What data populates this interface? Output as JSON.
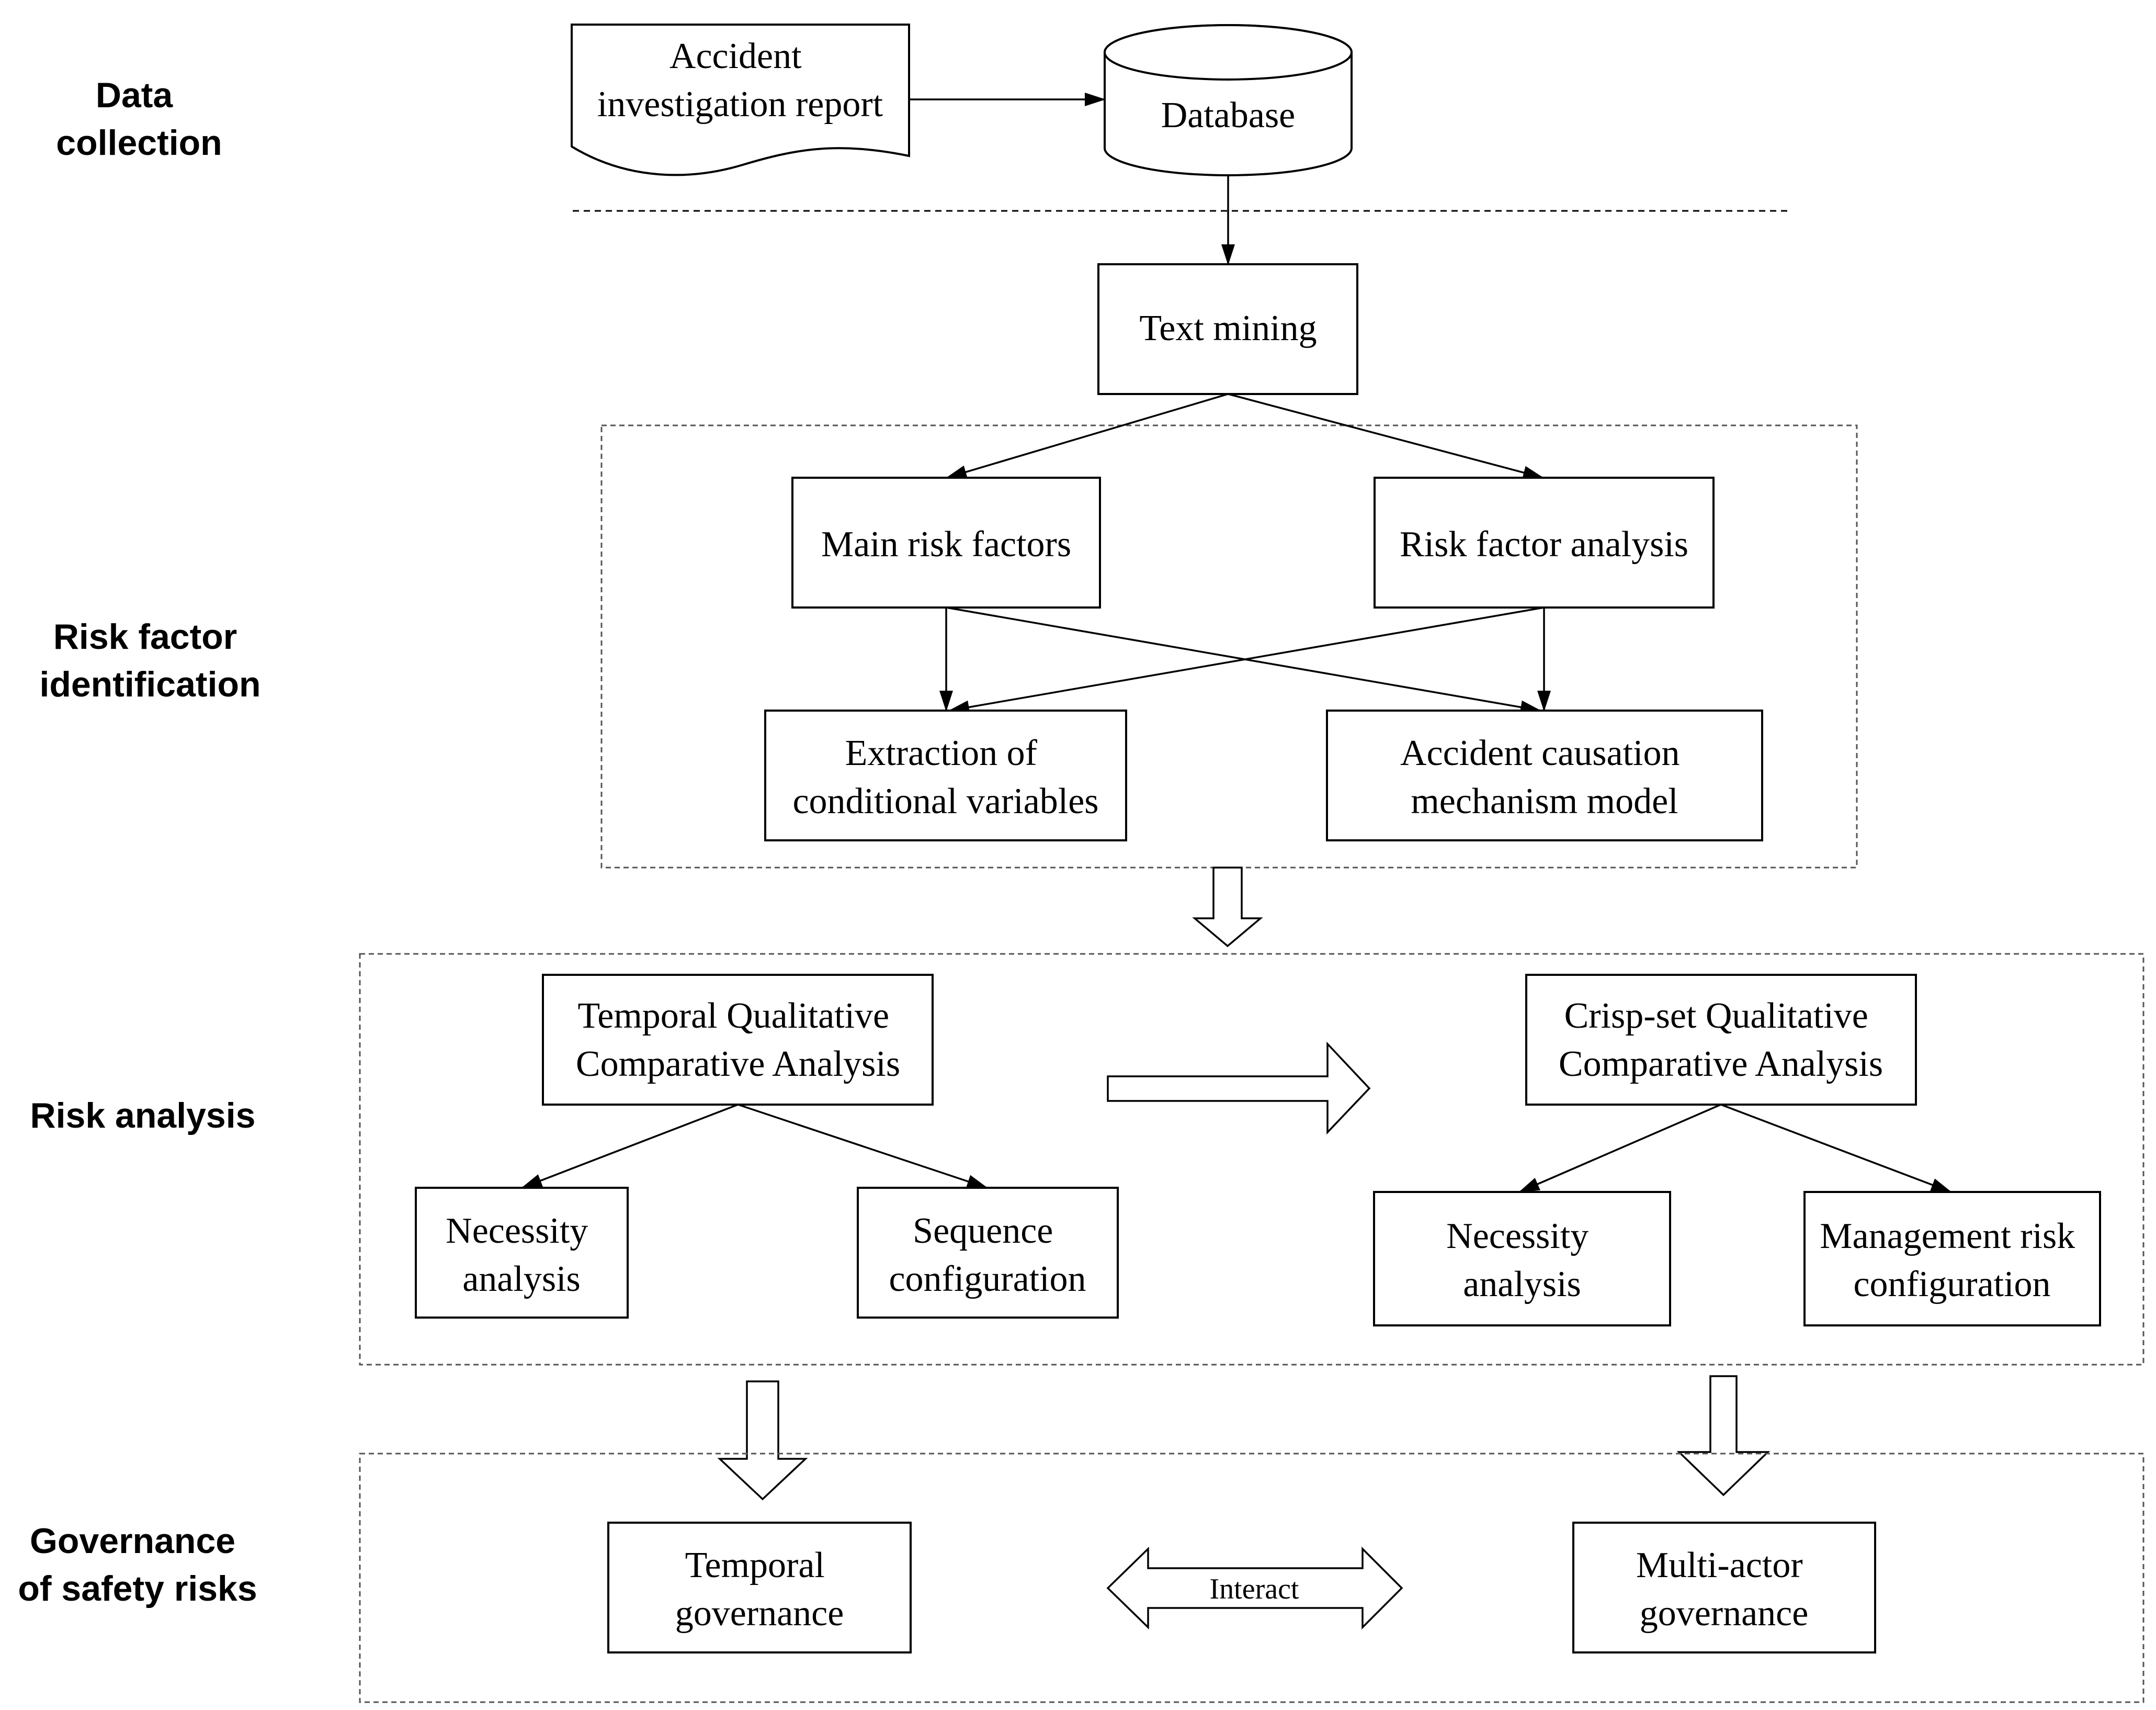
{
  "stages": {
    "data_collection": [
      "Data",
      "collection"
    ],
    "risk_factor_identification": [
      "Risk factor",
      "identification"
    ],
    "risk_analysis": [
      "Risk analysis"
    ],
    "governance": [
      "Governance",
      "of safety risks"
    ]
  },
  "nodes": {
    "accident_report": [
      "Accident",
      "investigation report"
    ],
    "database": [
      "Database"
    ],
    "text_mining": [
      "Text mining"
    ],
    "main_risk_factors": [
      "Main risk factors"
    ],
    "risk_factor_analysis": [
      "Risk factor analysis"
    ],
    "extraction": [
      "Extraction of",
      "conditional variables"
    ],
    "causation_model": [
      "Accident causation",
      "mechanism model"
    ],
    "tqca": [
      "Temporal Qualitative",
      "Comparative Analysis"
    ],
    "csqca": [
      "Crisp-set Qualitative",
      "Comparative Analysis"
    ],
    "necessity_left": [
      "Necessity",
      "analysis"
    ],
    "sequence_config": [
      "Sequence",
      "configuration"
    ],
    "necessity_right": [
      "Necessity",
      "analysis"
    ],
    "management_config": [
      "Management risk",
      "configuration"
    ],
    "temporal_gov": [
      "Temporal",
      "governance"
    ],
    "multi_actor_gov": [
      "Multi-actor",
      "governance"
    ]
  },
  "interact_label": "Interact"
}
